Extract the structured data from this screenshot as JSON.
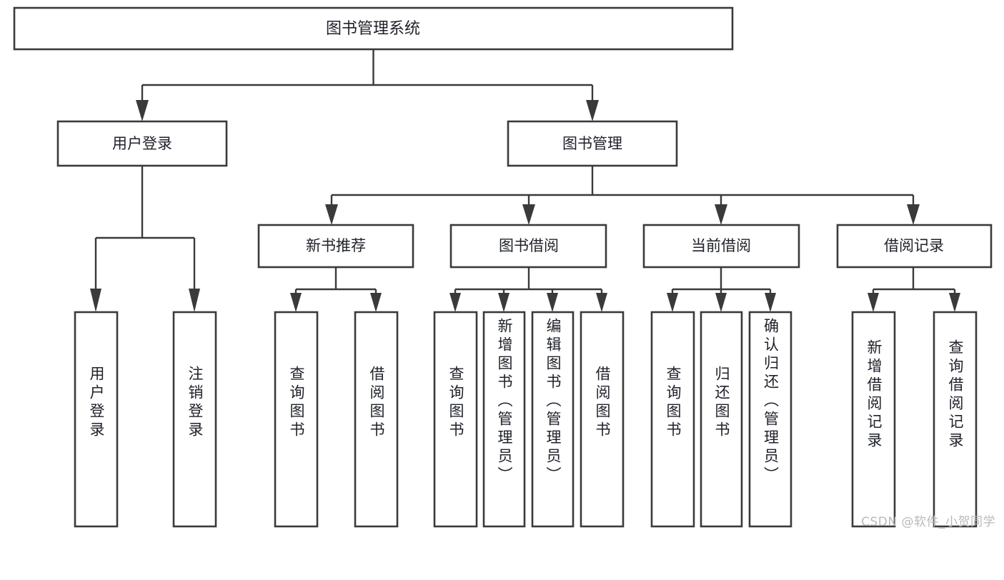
{
  "diagram": {
    "type": "tree-hierarchy-chart",
    "title": "图书管理系统",
    "background_color": "#ffffff",
    "stroke_color": "#3a3a3a",
    "text_color": "#20222b",
    "nodes": {
      "root": {
        "label": "图书管理系统",
        "level": 1
      },
      "level2": [
        {
          "id": "user-login",
          "label": "用户登录"
        },
        {
          "id": "book-management",
          "label": "图书管理"
        }
      ],
      "level3": [
        {
          "id": "new-book-recommend",
          "label": "新书推荐"
        },
        {
          "id": "book-borrow",
          "label": "图书借阅"
        },
        {
          "id": "current-borrow",
          "label": "当前借阅"
        },
        {
          "id": "borrow-record",
          "label": "借阅记录"
        }
      ],
      "leaves": [
        {
          "id": "leaf-user-login",
          "label": "用户登录",
          "parent": "user-login"
        },
        {
          "id": "leaf-logout-login",
          "label": "注销登录",
          "parent": "user-login"
        },
        {
          "id": "leaf-query-book-1",
          "label": "查询图书",
          "parent": "new-book-recommend"
        },
        {
          "id": "leaf-borrow-book-1",
          "label": "借阅图书",
          "parent": "new-book-recommend"
        },
        {
          "id": "leaf-query-book-2",
          "label": "查询图书",
          "parent": "book-borrow"
        },
        {
          "id": "leaf-add-book",
          "label": "新增图书（管理员）",
          "parent": "book-borrow"
        },
        {
          "id": "leaf-edit-book",
          "label": "编辑图书（管理员）",
          "parent": "book-borrow"
        },
        {
          "id": "leaf-borrow-book-2",
          "label": "借阅图书",
          "parent": "book-borrow"
        },
        {
          "id": "leaf-query-book-3",
          "label": "查询图书",
          "parent": "current-borrow"
        },
        {
          "id": "leaf-return-book",
          "label": "归还图书",
          "parent": "current-borrow"
        },
        {
          "id": "leaf-confirm-return",
          "label": "确认归还（管理员）",
          "parent": "current-borrow"
        },
        {
          "id": "leaf-add-record",
          "label": "新增借阅记录",
          "parent": "borrow-record"
        },
        {
          "id": "leaf-query-record",
          "label": "查询借阅记录",
          "parent": "borrow-record"
        }
      ]
    }
  },
  "watermark": {
    "text": "CSDN @软件_小贺同学"
  }
}
